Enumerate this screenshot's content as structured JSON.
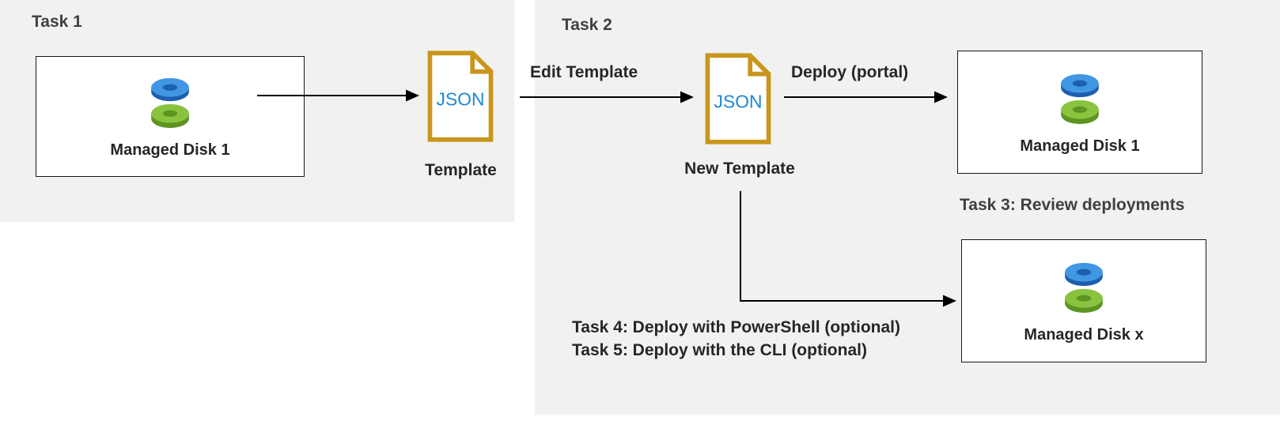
{
  "colors": {
    "panel_bg": "#f1f1f1",
    "heading_text": "#404040",
    "label_text": "#262626",
    "box_border": "#161616",
    "arrow": "#000000",
    "json_border": "#c9961d",
    "json_text": "#1e87d5",
    "disk_blue": "#4197e4",
    "disk_blue_dark": "#1c5fae",
    "disk_green": "#8ac43f",
    "disk_green_dark": "#5d9422"
  },
  "task1": {
    "heading": "Task 1",
    "disk_box_label": "Managed Disk 1",
    "json_icon_text": "JSON",
    "template_caption": "Template"
  },
  "task2": {
    "heading": "Task 2",
    "edit_arrow_label": "Edit Template",
    "json_icon_text": "JSON",
    "new_template_caption": "New Template",
    "deploy_arrow_label": "Deploy (portal)",
    "managed_disk_1_label": "Managed Disk 1",
    "task3_heading": "Task 3: Review deployments",
    "managed_disk_x_label": "Managed Disk x",
    "task4_line": "Task 4: Deploy with PowerShell (optional)",
    "task5_line": "Task 5: Deploy with the CLI (optional)"
  }
}
